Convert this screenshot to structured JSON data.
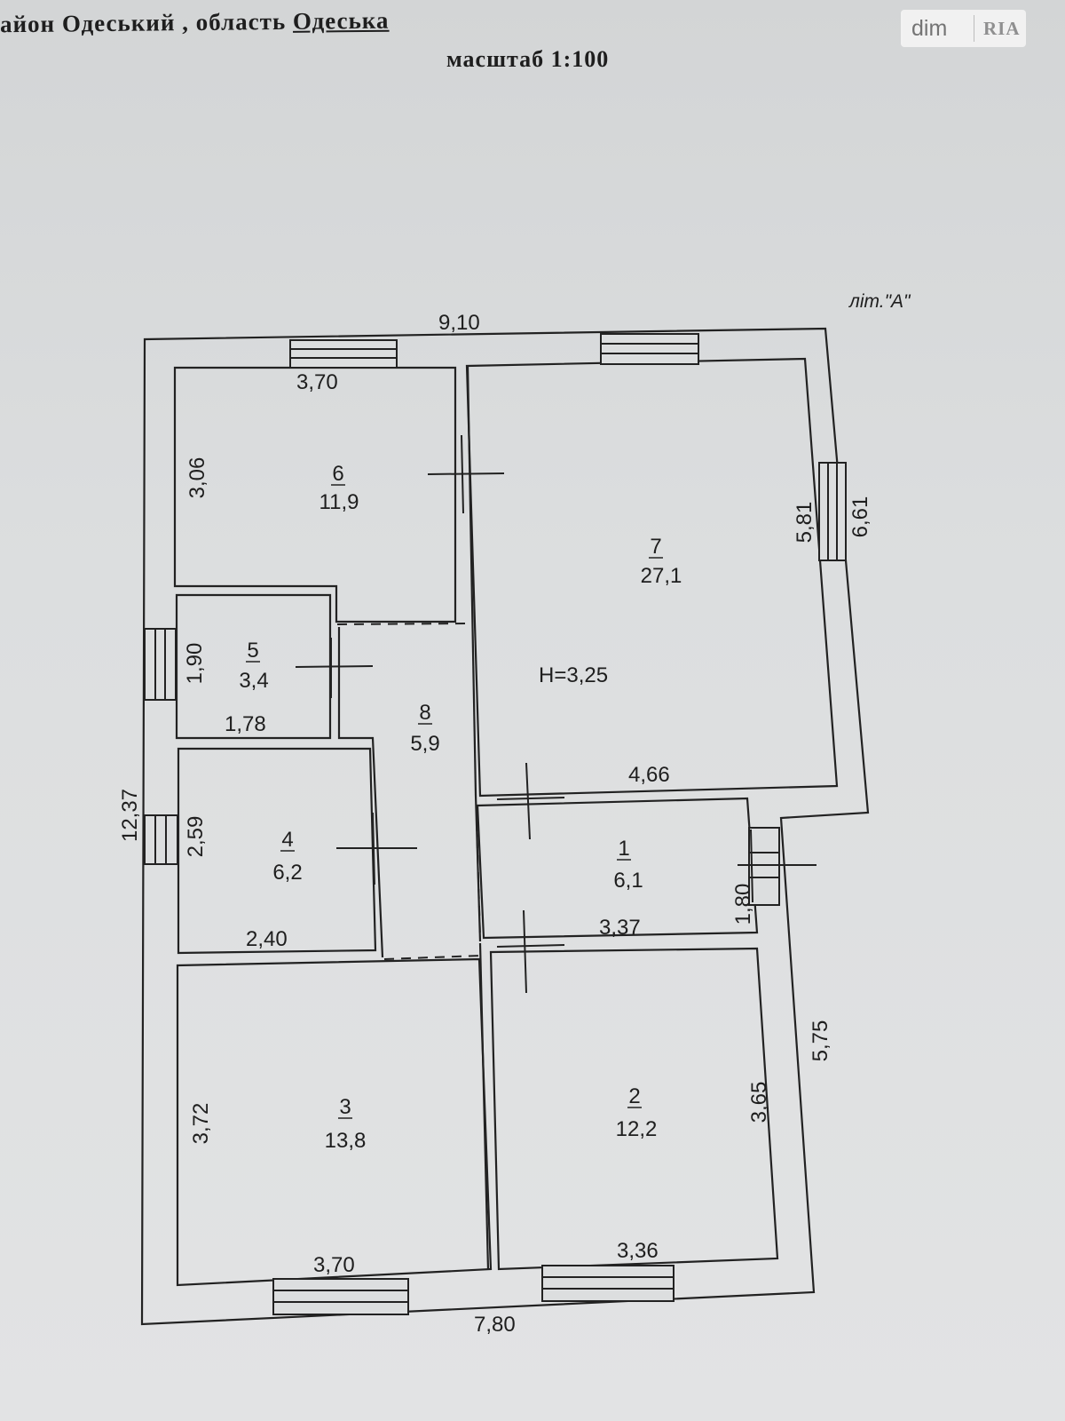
{
  "header": {
    "line_prefix": "айон Одеський , область ",
    "region": "Одеська",
    "scale": "масштаб 1:100",
    "letter": "літ.\"А\""
  },
  "watermark": {
    "brand": "dim",
    "logo": "RIA"
  },
  "outer_dimensions": {
    "top": "9,10",
    "bottom": "7,80",
    "left": "12,37",
    "right_upper": "6,61",
    "right_lower": "5,75"
  },
  "rooms": [
    {
      "number": "1",
      "area": "6,1",
      "dims": [
        "3,37",
        "1,80"
      ]
    },
    {
      "number": "2",
      "area": "12,2",
      "dims": [
        "3,36",
        "3,65"
      ]
    },
    {
      "number": "3",
      "area": "13,8",
      "dims": [
        "3,70",
        "3,72"
      ]
    },
    {
      "number": "4",
      "area": "6,2",
      "dims": [
        "2,40",
        "2,59"
      ]
    },
    {
      "number": "5",
      "area": "3,4",
      "dims": [
        "1,78",
        "1,90"
      ]
    },
    {
      "number": "6",
      "area": "11,9",
      "dims": [
        "3,70",
        "3,06"
      ]
    },
    {
      "number": "7",
      "area": "27,1",
      "dims": [
        "4,66",
        "5,81"
      ]
    },
    {
      "number": "8",
      "area": "5,9",
      "dims": []
    }
  ],
  "height_label": "H=3,25",
  "colors": {
    "line": "#222222",
    "paper": "#dcdedf"
  }
}
